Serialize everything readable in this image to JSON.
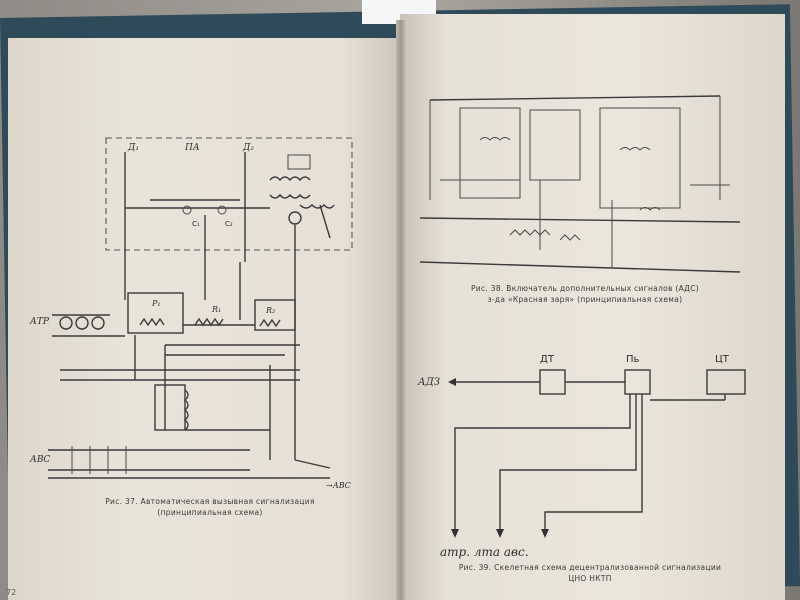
{
  "book": {
    "left_page": {
      "page_number": "72",
      "figure": {
        "caption_line1": "Рис. 37. Автоматическая вызывная сигнализация",
        "caption_line2": "(принципиальная схема)",
        "labels": {
          "top_a": "Д₁",
          "top_b": "ПА",
          "top_c": "Д₂",
          "atr": "АТР",
          "avs": "АВС",
          "p1": "Р₁",
          "r1": "R₁",
          "r2": "R₂",
          "c1": "С₁",
          "c2": "С₂",
          "out": "→АВС"
        }
      }
    },
    "right_page": {
      "figure_top": {
        "caption_line1": "Рис. 38. Включатель дополнительных сигналов (АДС)",
        "caption_line2": "з-да «Красная заря» (принципиальная схема)"
      },
      "figure_bottom": {
        "caption_line1": "Рис. 39. Скелетная схема децентрализованной сигнализации",
        "caption_line2": "ЦНО НКТП",
        "blocks": {
          "dt": "ДТ",
          "pb": "Пь",
          "ct": "ЦТ"
        },
        "input_label": "АДЗ",
        "outputs_label": "атр. лта авс."
      }
    }
  }
}
